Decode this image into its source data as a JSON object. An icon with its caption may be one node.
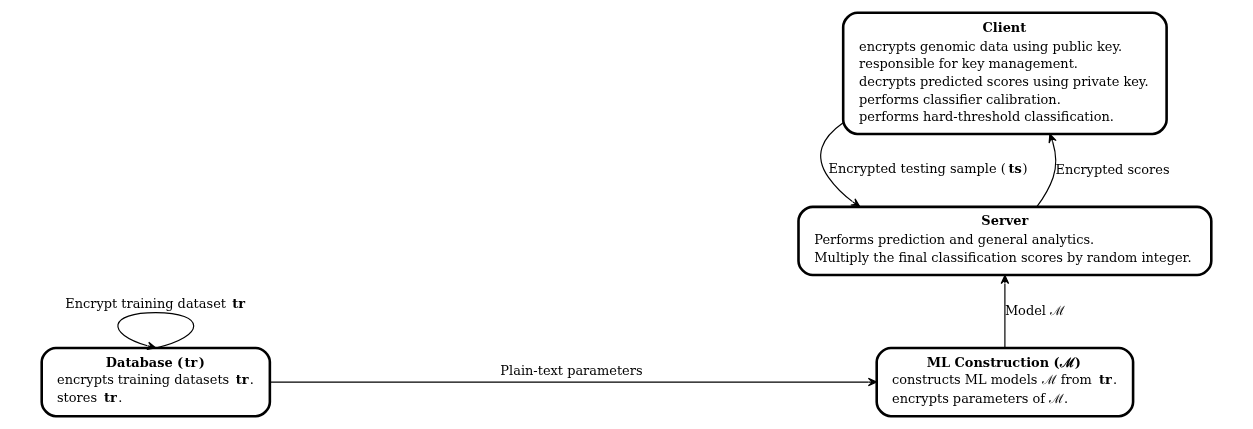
{
  "diagram": {
    "nodes": [
      {
        "text": [
          "Client",
          "encrypts genomic data using public key.",
          "responsible for key management.",
          "decrypts predicted scores using private key.",
          "performs classifier calibration.",
          "performs hard-threshold classification."
        ]
      },
      {
        "text": [
          "Server",
          "Performs prediction and general analytics.",
          "Multiply the final classification scores by random integer."
        ]
      },
      {
        "text": [
          "Database (**tr**)",
          "encrypts training datasets **tr**.",
          "stores **tr**."
        ]
      },
      {
        "text": [
          "ML Construction (ℳ)",
          "constructs ML models ℳ from **tr**.",
          "encrypts parameters of ℳ."
        ]
      }
    ],
    "edges": [
      {
        "from": 1,
        "to": 0,
        "arrow": "to",
        "label": "Encrypted scores"
      },
      {
        "from": 0,
        "to": 1,
        "arrow": "to",
        "label": "Encrypted testing sample (**ts**)"
      },
      {
        "from": 2,
        "to": 2,
        "arrow": "to",
        "label": "Encrypt training dataset **tr**"
      },
      {
        "from": 2,
        "to": 3,
        "arrow": "to",
        "label": "Plain-text parameters"
      },
      {
        "from": 3,
        "to": 1,
        "arrow": "to",
        "label": "Model ℳ"
      }
    ]
  }
}
